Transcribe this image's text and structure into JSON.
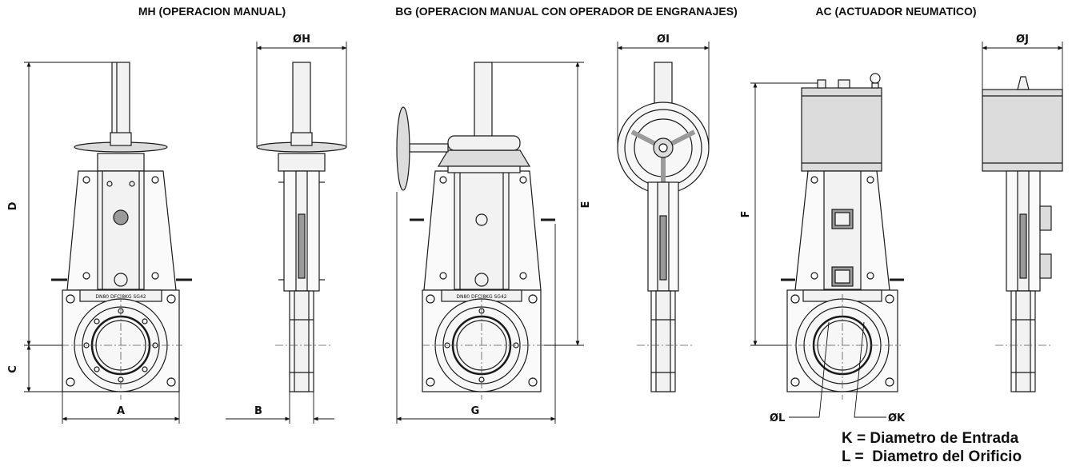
{
  "titles": {
    "mh": "MH (OPERACION MANUAL)",
    "bg": "BG (OPERACION MANUAL CON OPERADOR DE ENGRANAJES)",
    "ac": "AC (ACTUADOR NEUMATICO)"
  },
  "dimensions": {
    "a": "A",
    "b": "B",
    "c": "C",
    "d": "D",
    "e": "E",
    "f": "F",
    "g": "G",
    "h": "ØH",
    "i": "ØI",
    "j": "ØJ",
    "k": "ØK",
    "l": "ØL"
  },
  "plate_text": "DN80 DFC 8KG SG42",
  "legend": {
    "k": "K = Diametro de Entrada",
    "l": "L =  Diametro del Orificio"
  },
  "colors": {
    "line": "#1a1a1a",
    "fill_light": "#f2f2f2",
    "fill_mid": "#dcdcdc",
    "fill_dark": "#9a9a9a"
  }
}
